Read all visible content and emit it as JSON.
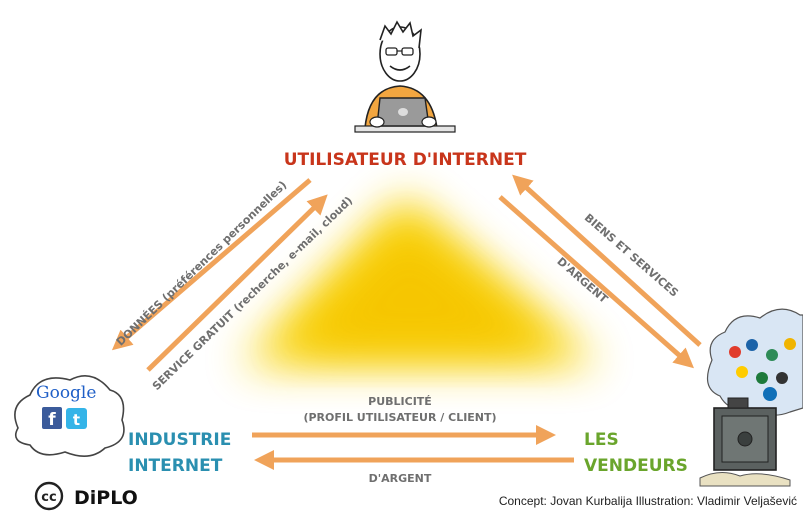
{
  "nodes": {
    "user": {
      "title": "UTILISATEUR D'INTERNET",
      "color": "#c8351b"
    },
    "industry": {
      "line1": "INDUSTRIE",
      "line2": "INTERNET",
      "color": "#2a8fb0"
    },
    "vendors": {
      "line1": "LES",
      "line2": "VENDEURS",
      "color": "#6aa52c"
    }
  },
  "arrows": {
    "data": "DONNÉES (préférences personnelles)",
    "free_service": "SERVICE GRATUIT (recherche, e-mail, cloud)",
    "goods": "BIENS ET SERVICES",
    "money_user": "D'ARGENT",
    "ad_line1": "PUBLICITÉ",
    "ad_line2": "(PROFIL UTILISATEUR / CLIENT)",
    "money_bottom": "D'ARGENT"
  },
  "logos": {
    "google": "Google",
    "facebook": "f",
    "twitter": "t",
    "cc": "cc",
    "diplo": "DiPLO"
  },
  "credit": "Concept: Jovan Kurbalija Illustration: Vladimir Veljašević",
  "colors": {
    "arrow": "#f0a35a",
    "glow": "#f6c400",
    "text_gray": "#6f6f6f"
  },
  "icons": {
    "user": "person-with-laptop-icon",
    "cloud_left": "cloud-icon",
    "cloud_right": "brand-cloud-icon",
    "vendor": "safe-icon"
  }
}
